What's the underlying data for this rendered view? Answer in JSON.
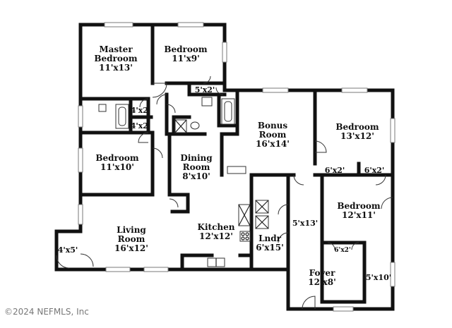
{
  "rooms": {
    "master_bedroom": {
      "name_line1": "Master",
      "name_line2": "Bedroom",
      "dim": "11'x13'"
    },
    "bedroom_top": {
      "name": "Bedroom",
      "dim": "11'x9'"
    },
    "closet_5x2_top": {
      "dim": "5'x2'"
    },
    "closet_4x2_upper": {
      "dim": "4'x2'"
    },
    "closet_4x2_lower": {
      "dim": "4'x2'"
    },
    "bedroom_left": {
      "name": "Bedroom",
      "dim": "11'x10'"
    },
    "dining_room": {
      "name_line1": "Dining",
      "name_line2": "Room",
      "dim": "8'x10'"
    },
    "bonus_room": {
      "name_line1": "Bonus",
      "name_line2": "Room",
      "dim": "16'x14'"
    },
    "bedroom_right_top": {
      "name": "Bedroom",
      "dim": "13'x12'"
    },
    "closet_6x2_left": {
      "dim": "6'x2'"
    },
    "closet_6x2_right": {
      "dim": "6'x2'"
    },
    "bedroom_right_mid": {
      "name": "Bedroom",
      "dim": "12'x11'"
    },
    "hall_5x13": {
      "dim": "5'x13'"
    },
    "closet_6x2_small": {
      "dim": "6'x2'"
    },
    "living_room": {
      "name_line1": "Living",
      "name_line2": "Room",
      "dim": "16'x12'"
    },
    "kitchen": {
      "name": "Kitchen",
      "dim": "12'x12'"
    },
    "laundry": {
      "name": "Lndr",
      "dim": "6'x15'"
    },
    "porch_4x5": {
      "dim": "4'x5'"
    },
    "foyer": {
      "name": "Foyer",
      "dim": "12'x8'"
    },
    "hall_5x10": {
      "dim": "5'x10'"
    }
  },
  "copyright": "©2024 NEFMLS, Inc"
}
